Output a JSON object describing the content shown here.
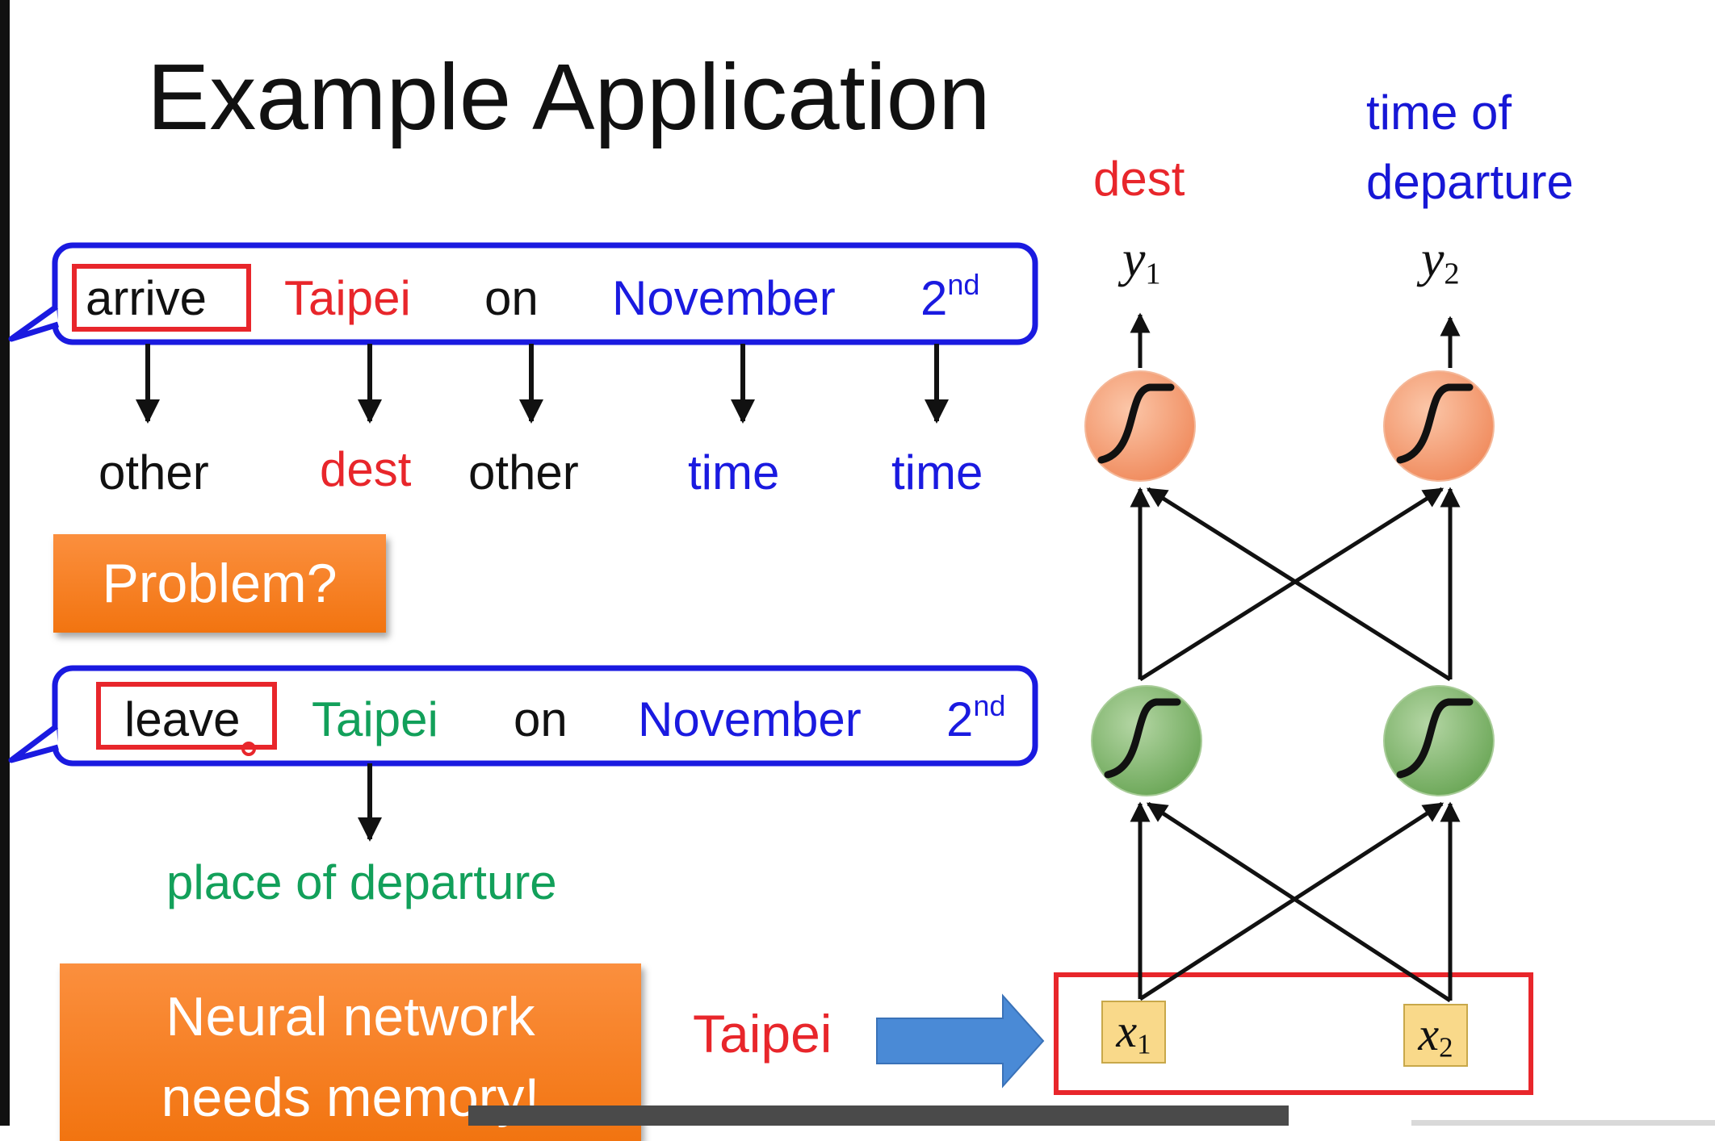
{
  "title": "Example Application",
  "sentence1": {
    "words": [
      "arrive",
      "Taipei",
      "on",
      "November",
      "2",
      "nd"
    ],
    "labels": [
      "other",
      "dest",
      "other",
      "time",
      "time"
    ]
  },
  "problem_label": "Problem?",
  "sentence2": {
    "words": [
      "leave",
      "Taipei",
      "on",
      "November",
      "2",
      "nd"
    ],
    "label": "place of departure"
  },
  "nn_label_line1": "Neural network",
  "nn_label_line2": "needs memory!",
  "input_word": "Taipei",
  "outputs": {
    "dest": "dest",
    "time_line1": "time of",
    "time_line2": "departure"
  },
  "network": {
    "y1": "y",
    "y1_sub": "1",
    "y2": "y",
    "y2_sub": "2",
    "x1": "x",
    "x1_sub": "1",
    "x2": "x",
    "x2_sub": "2"
  },
  "colors": {
    "red": "#e8262b",
    "blue": "#1a1ae0",
    "green": "#12a05a",
    "orange": "#f27410",
    "output_node": "#f4a27f",
    "hidden_node": "#8fbf7a"
  }
}
